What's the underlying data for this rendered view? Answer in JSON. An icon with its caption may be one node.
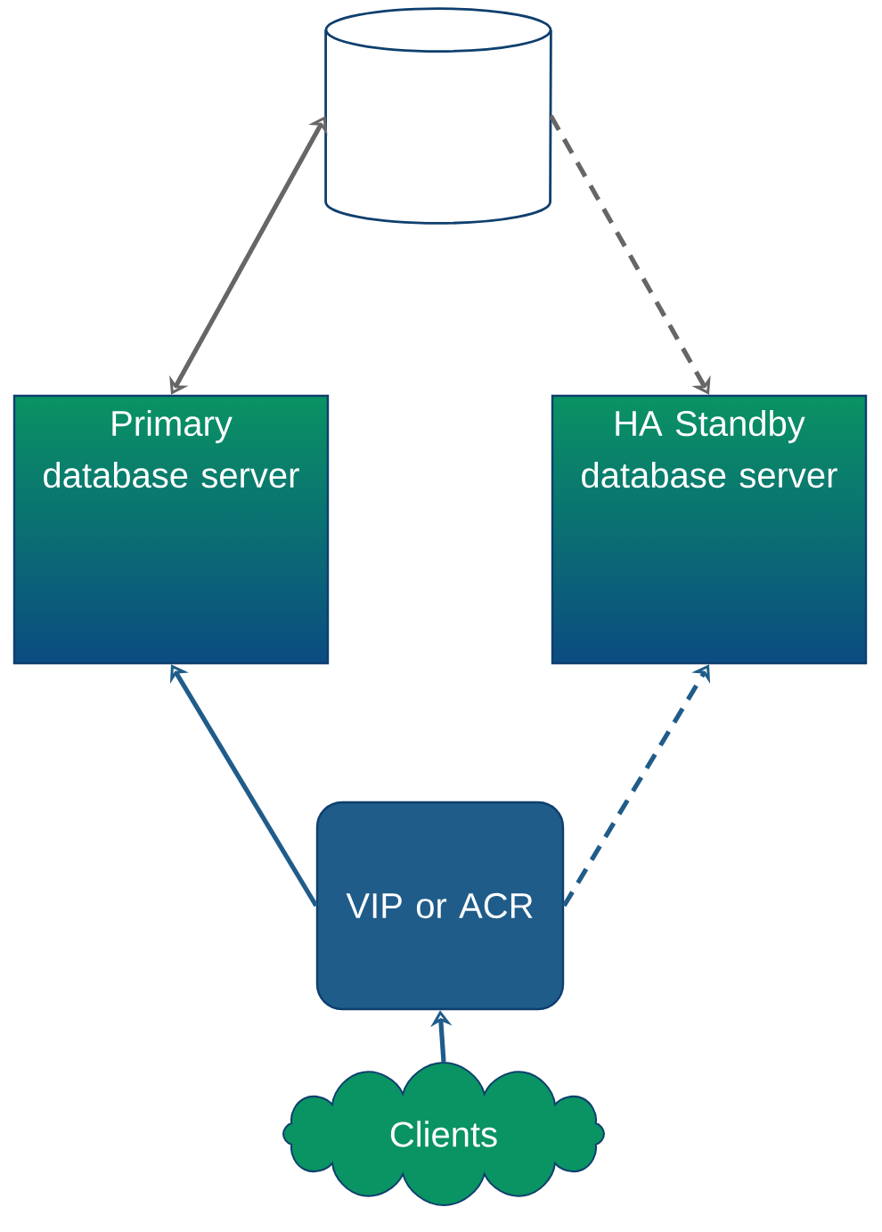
{
  "diagram": {
    "nodes": [
      {
        "text": [],
        "shape": "cylinder"
      },
      {
        "text": [
          "Primary database server"
        ]
      },
      {
        "text": [
          "HA Standby database server"
        ]
      },
      {
        "text": [
          "VIP or ACR"
        ]
      },
      {
        "text": [
          "Clients"
        ]
      }
    ],
    "edges": [
      {
        "from": 0,
        "to": 1,
        "arrow": "both",
        "color": "#666666"
      },
      {
        "from": 0,
        "to": 2,
        "arrow": "to",
        "style": "dashed",
        "color": "#666666"
      },
      {
        "from": 3,
        "to": 1,
        "arrow": "to"
      },
      {
        "from": 3,
        "to": 2,
        "arrow": "to",
        "style": "dashed"
      },
      {
        "from": 4,
        "to": 3,
        "arrow": "to"
      }
    ]
  }
}
